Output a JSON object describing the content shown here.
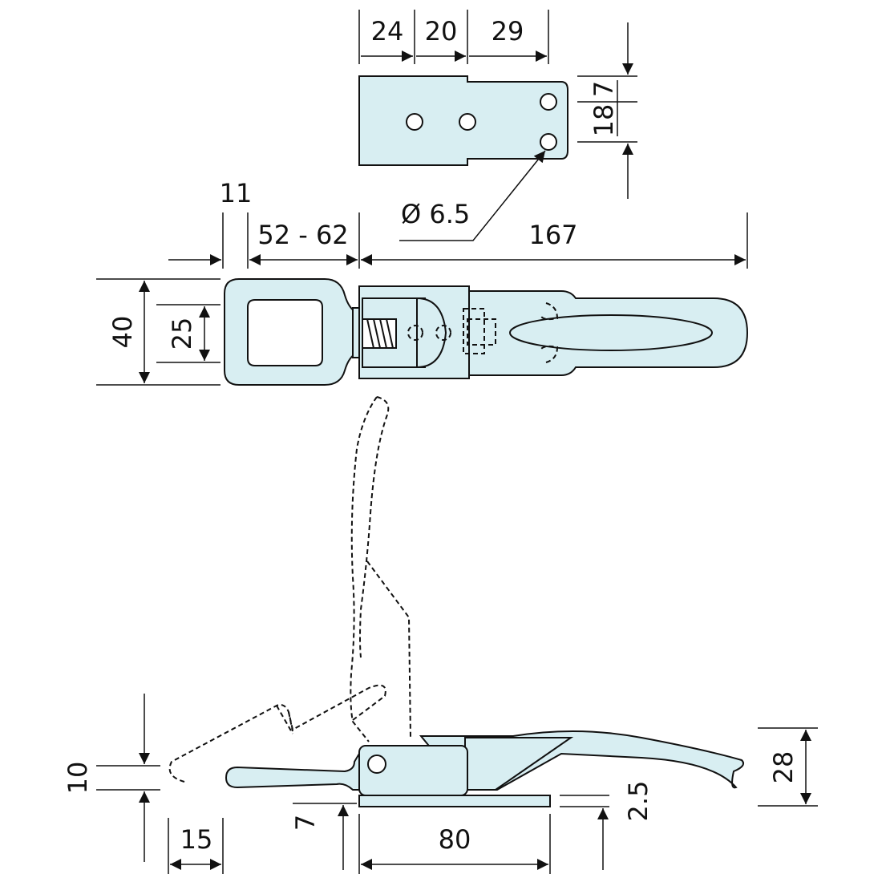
{
  "colors": {
    "part_fill": "#d8eef2",
    "line": "#111111",
    "background": "#ffffff"
  },
  "dimensions": {
    "strike_24": "24",
    "strike_20": "20",
    "strike_29": "29",
    "strike_7": "7",
    "strike_18": "18",
    "hole_dia": "Ø 6.5",
    "d_11": "11",
    "d_52_62": "52 - 62",
    "d_167": "167",
    "d_40": "40",
    "d_25": "25",
    "d_10": "10",
    "d_15": "15",
    "d_7": "7",
    "d_80": "80",
    "d_2_5": "2.5",
    "d_28": "28"
  }
}
